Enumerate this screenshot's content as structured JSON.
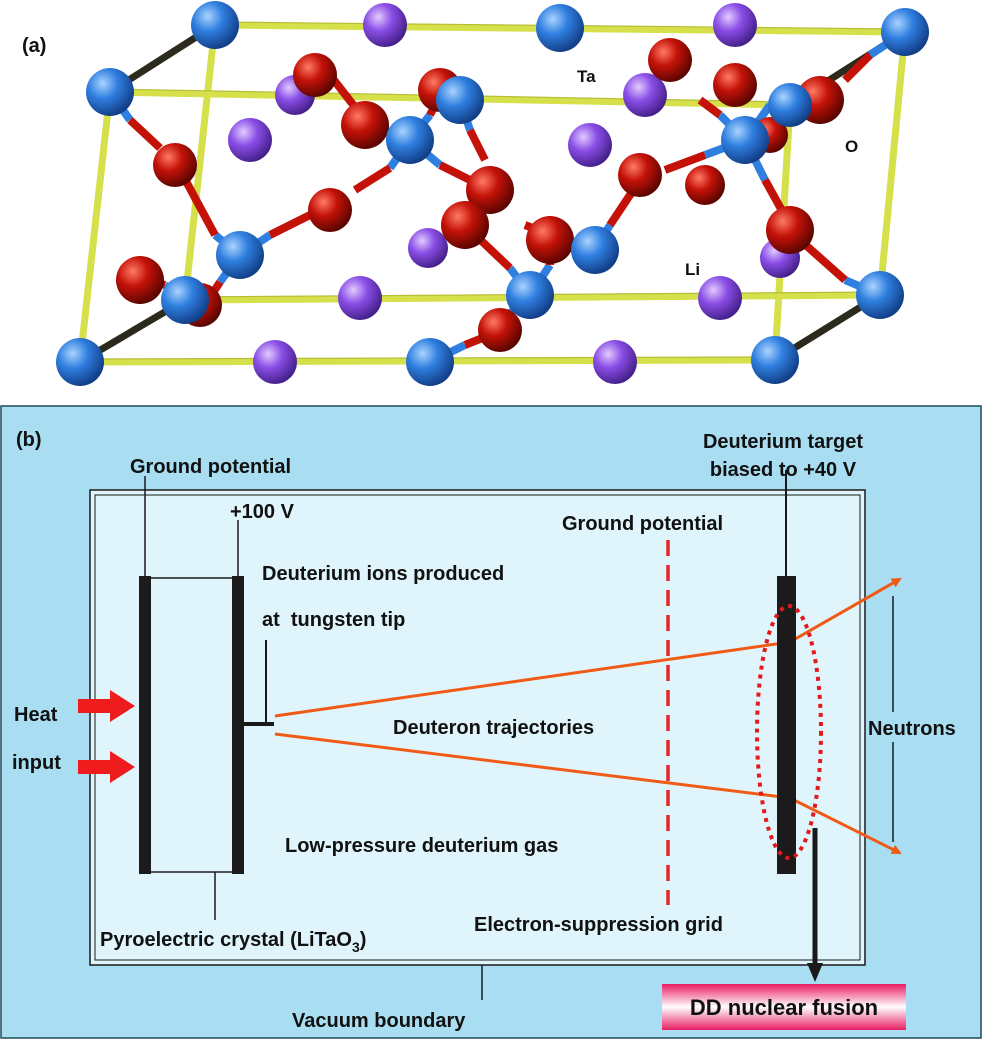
{
  "panel_a": {
    "label": "(a)",
    "atoms": {
      "ta": "Ta",
      "o": "O",
      "li": "Li"
    }
  },
  "panel_b": {
    "label": "(b)",
    "ground_potential_left": "Ground potential",
    "voltage_label": "+100 V",
    "ions_line1": "Deuterium ions produced",
    "ions_line2": "at  tungsten tip",
    "target_line1": "Deuterium target",
    "target_line2": "biased to +40 V",
    "ground_potential_grid": "Ground potential",
    "heat_line1": "Heat",
    "heat_line2": "input",
    "trajectories": "Deuteron trajectories",
    "neutrons": "Neutrons",
    "gas": "Low-pressure deuterium gas",
    "crystal_main": "Pyroelectric crystal (LiTaO",
    "crystal_sub": "3",
    "crystal_close": ")",
    "grid": "Electron-suppression grid",
    "vacuum": "Vacuum boundary",
    "fusion": "DD nuclear fusion"
  },
  "colors": {
    "ta_atom": "#2f7fe0",
    "o_atom": "#c41208",
    "li_atom": "#8a4ee6",
    "frame_edge": "#d6e04a",
    "panel_bg": "#a9def2",
    "chamber_bg": "#dff4fb",
    "trajectory": "#f05a14",
    "heat_arrow": "#ee1c1c"
  }
}
